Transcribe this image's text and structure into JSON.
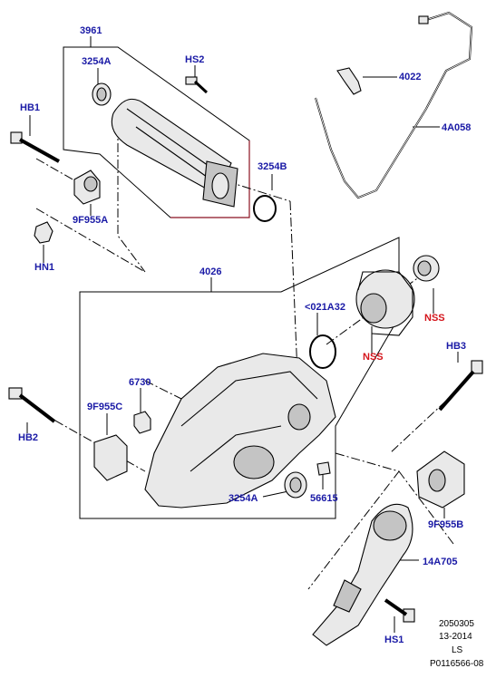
{
  "colors": {
    "label_blue": "#1a1aa6",
    "label_red": "#d4141b",
    "line": "#000000",
    "accent_frame": "#8b1020",
    "part_fill": "#e9e9e9",
    "part_shade": "#c4c4c4"
  },
  "labels": {
    "p3961": "3961",
    "p3254a_top": "3254A",
    "hs2": "HS2",
    "hb1": "HB1",
    "p4022": "4022",
    "p4a058": "4A058",
    "p3254b": "3254B",
    "p9f955a": "9F955A",
    "hn1": "HN1",
    "p4026": "4026",
    "p021a32": "<021A32",
    "nss_1": "NSS",
    "nss_2": "NSS",
    "hb3": "HB3",
    "p6730": "6730",
    "p9f955c": "9F955C",
    "hb2": "HB2",
    "p3254a_bottom": "3254A",
    "p56615": "56615",
    "p9f955b": "9F955B",
    "p14a705": "14A705",
    "hs1": "HS1"
  },
  "footer": {
    "line1": "2050305",
    "line2": "13-2014",
    "line3": "LS",
    "line4": "P0116566-08"
  }
}
